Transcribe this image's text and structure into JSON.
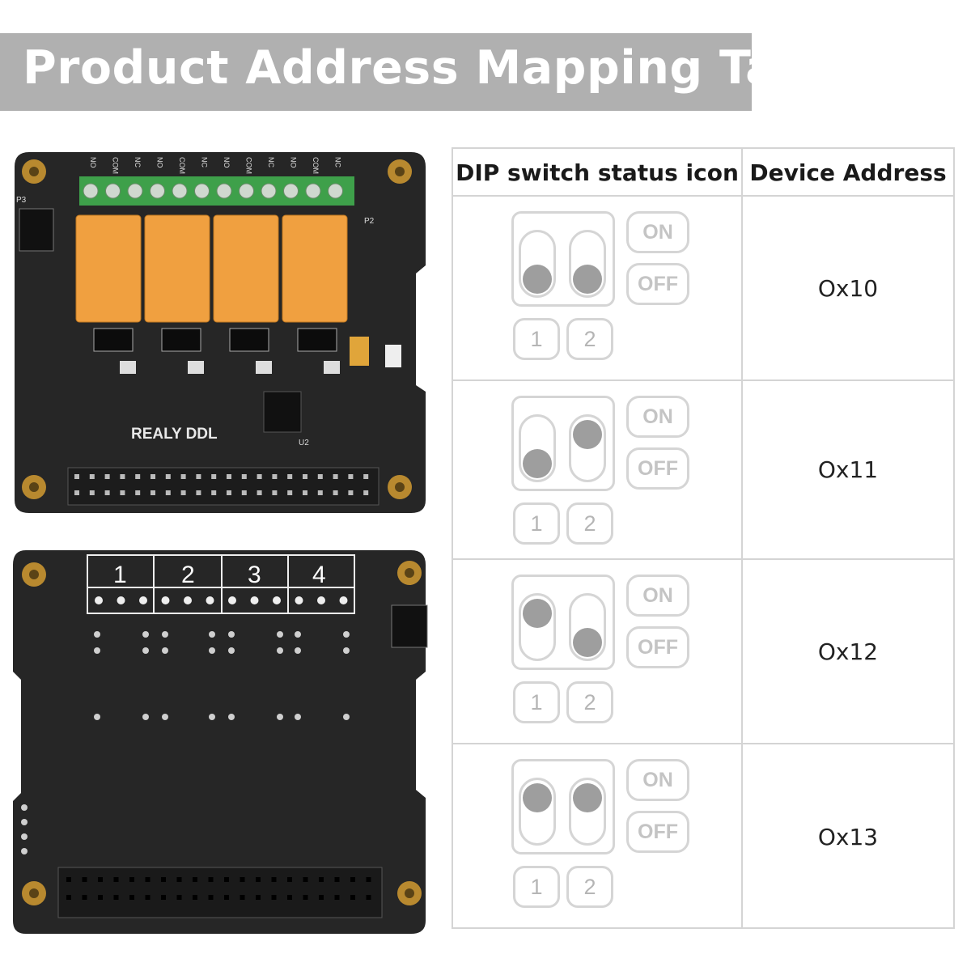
{
  "title": "Product Address Mapping Table",
  "board_top": {
    "terminal_labels": [
      "NO",
      "COM",
      "NC",
      "NO",
      "COM",
      "NC",
      "NO",
      "COM",
      "NC",
      "NO",
      "COM",
      "NC"
    ],
    "silkscreen": "REALY DDL",
    "header_labels": [
      "P3",
      "P2",
      "U2"
    ],
    "dip_labels": [
      "ON",
      "OFF"
    ]
  },
  "board_bottom": {
    "channel_numbers": [
      "1",
      "2",
      "3",
      "4"
    ]
  },
  "table": {
    "headers": [
      "DIP switch status icon",
      "Device Address"
    ],
    "on_label": "ON",
    "off_label": "OFF",
    "switch_numbers": [
      "1",
      "2"
    ],
    "rows": [
      {
        "switch1": "OFF",
        "switch2": "OFF",
        "address": "Ox10"
      },
      {
        "switch1": "OFF",
        "switch2": "ON",
        "address": "Ox11"
      },
      {
        "switch1": "ON",
        "switch2": "OFF",
        "address": "Ox12"
      },
      {
        "switch1": "ON",
        "switch2": "ON",
        "address": "Ox13"
      }
    ]
  }
}
